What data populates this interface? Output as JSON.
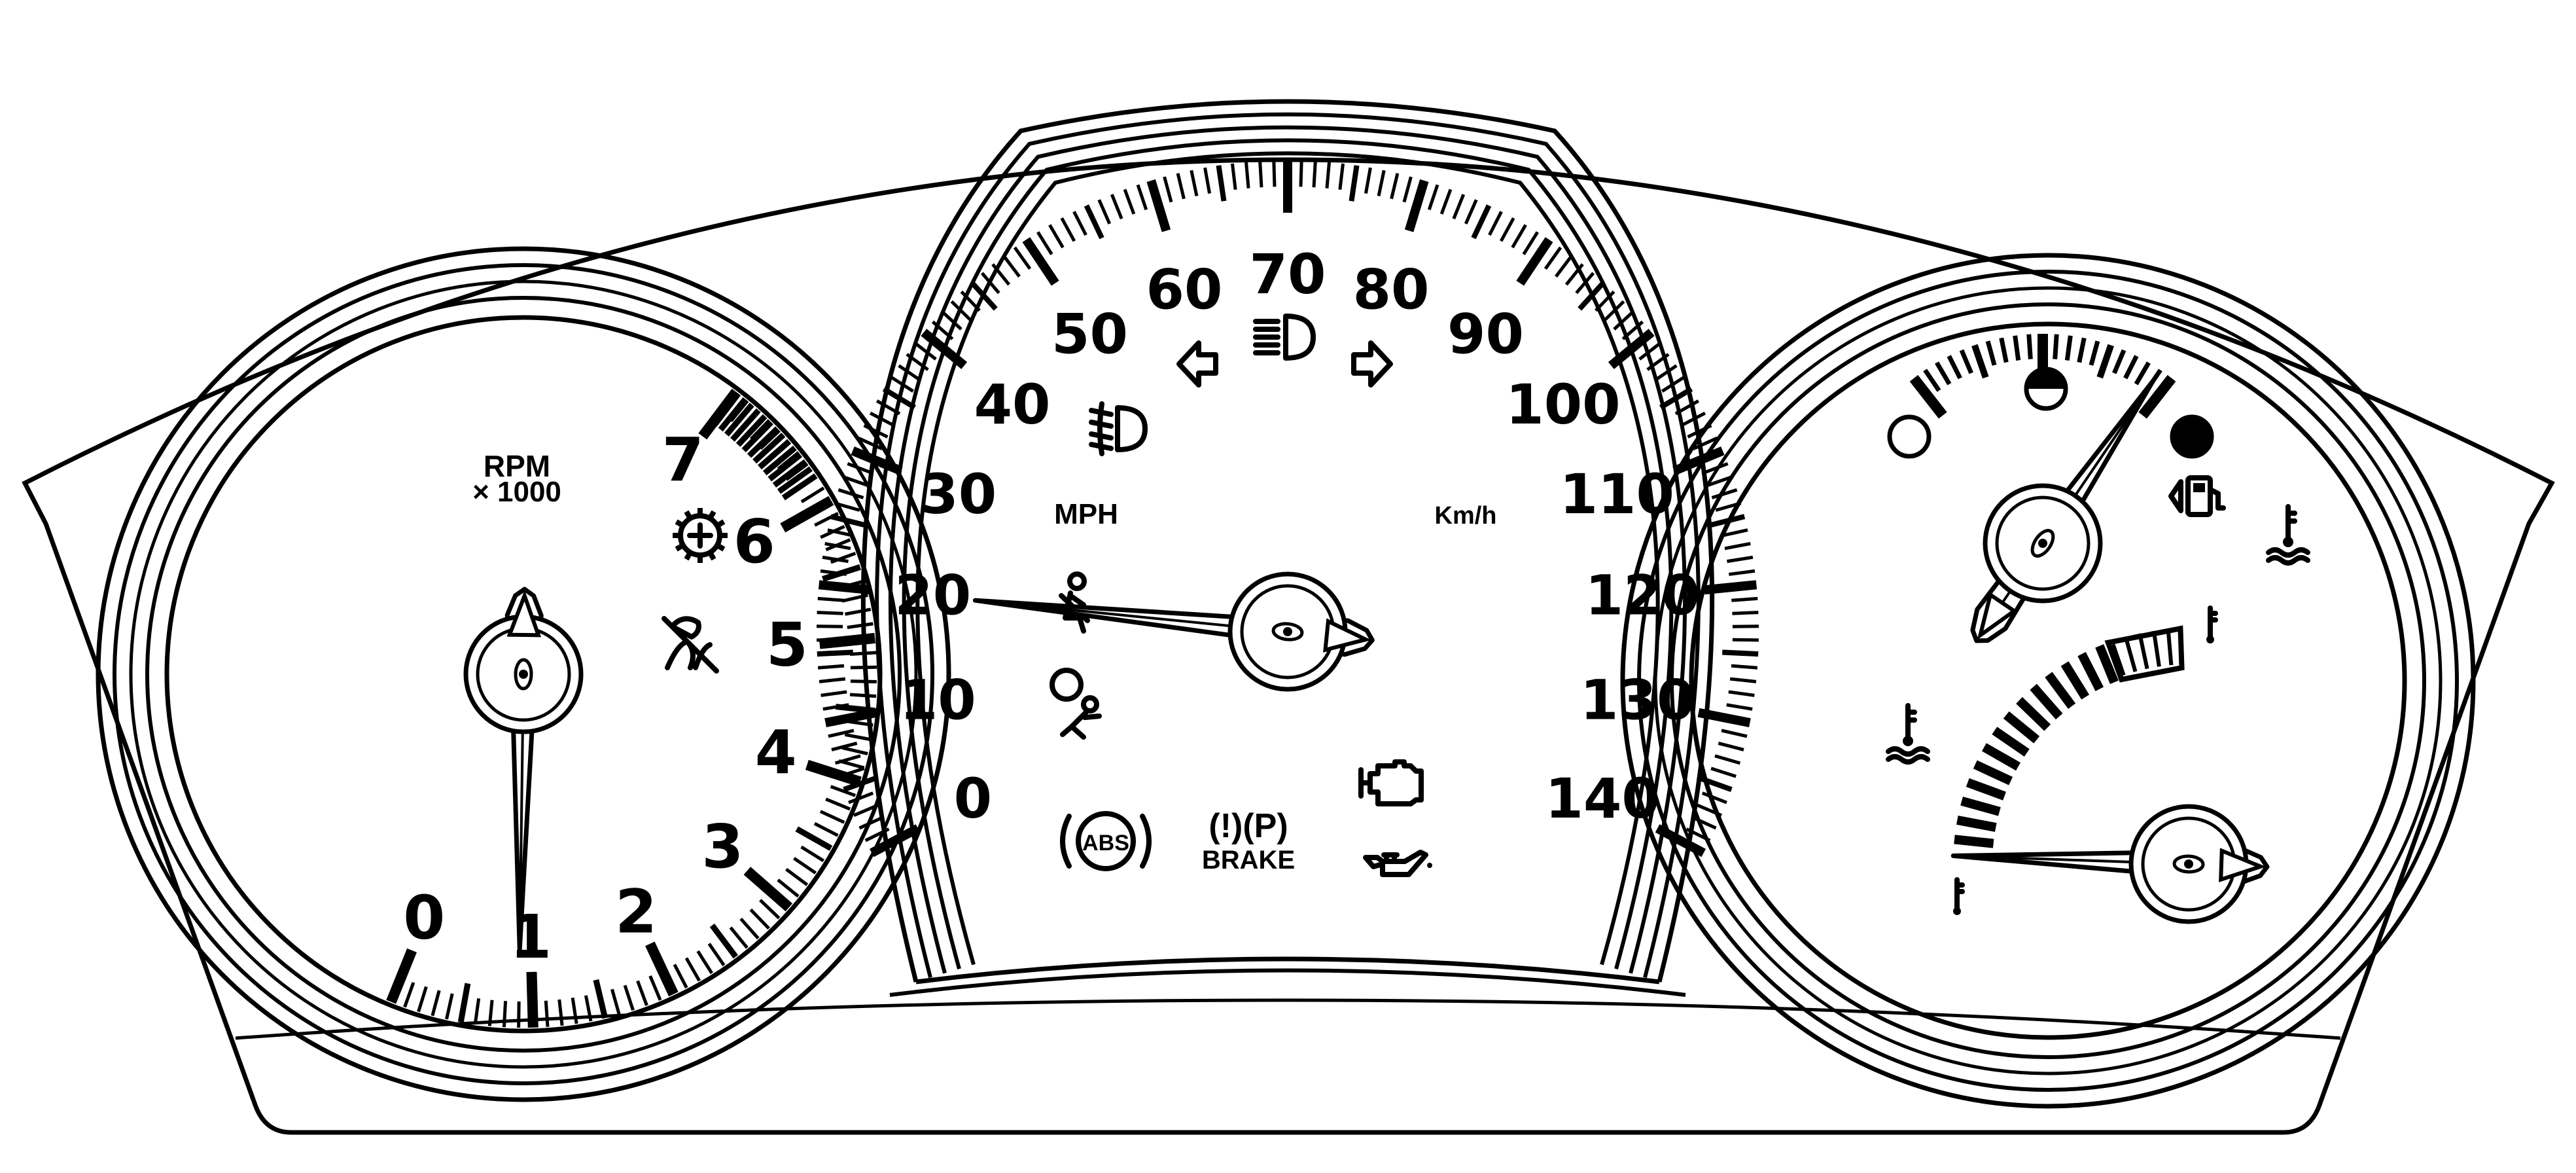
{
  "tachometer": {
    "tick_labels": [
      "0",
      "1",
      "2",
      "3",
      "4",
      "5",
      "6",
      "7"
    ],
    "unit_label": "RPM",
    "unit_multiplier": "× 1000",
    "needle_value": 0.9,
    "icons": [
      "traction-control-icon",
      "stability-control-off-icon"
    ]
  },
  "speedometer": {
    "mph_labels": [
      "0",
      "10",
      "20",
      "30",
      "40",
      "50",
      "60",
      "70",
      "80",
      "90",
      "100",
      "110",
      "120",
      "130",
      "140"
    ],
    "mph_unit": "MPH",
    "kmh_unit": "Km/h",
    "needle_value": 2,
    "icons": [
      "left-turn-signal-icon",
      "high-beam-icon",
      "right-turn-signal-icon",
      "front-fog-lamp-icon",
      "seatbelt-reminder-icon",
      "airbag-icon",
      "engine-check-icon",
      "oil-pressure-icon"
    ],
    "abs_text": "ABS",
    "brake_symbols": "(!)(P)",
    "brake_text": "BRAKE"
  },
  "fuel_gauge": {
    "markers": [
      "empty",
      "half",
      "full"
    ],
    "needle_value": 0.95,
    "icons": [
      "fuel-door-side-icon",
      "coolant-temp-warning-icon"
    ]
  },
  "temp_gauge": {
    "needle_value": 0.0,
    "icons": [
      "coolant-temp-icon",
      "temp-cold-icon",
      "temp-hot-icon"
    ]
  }
}
